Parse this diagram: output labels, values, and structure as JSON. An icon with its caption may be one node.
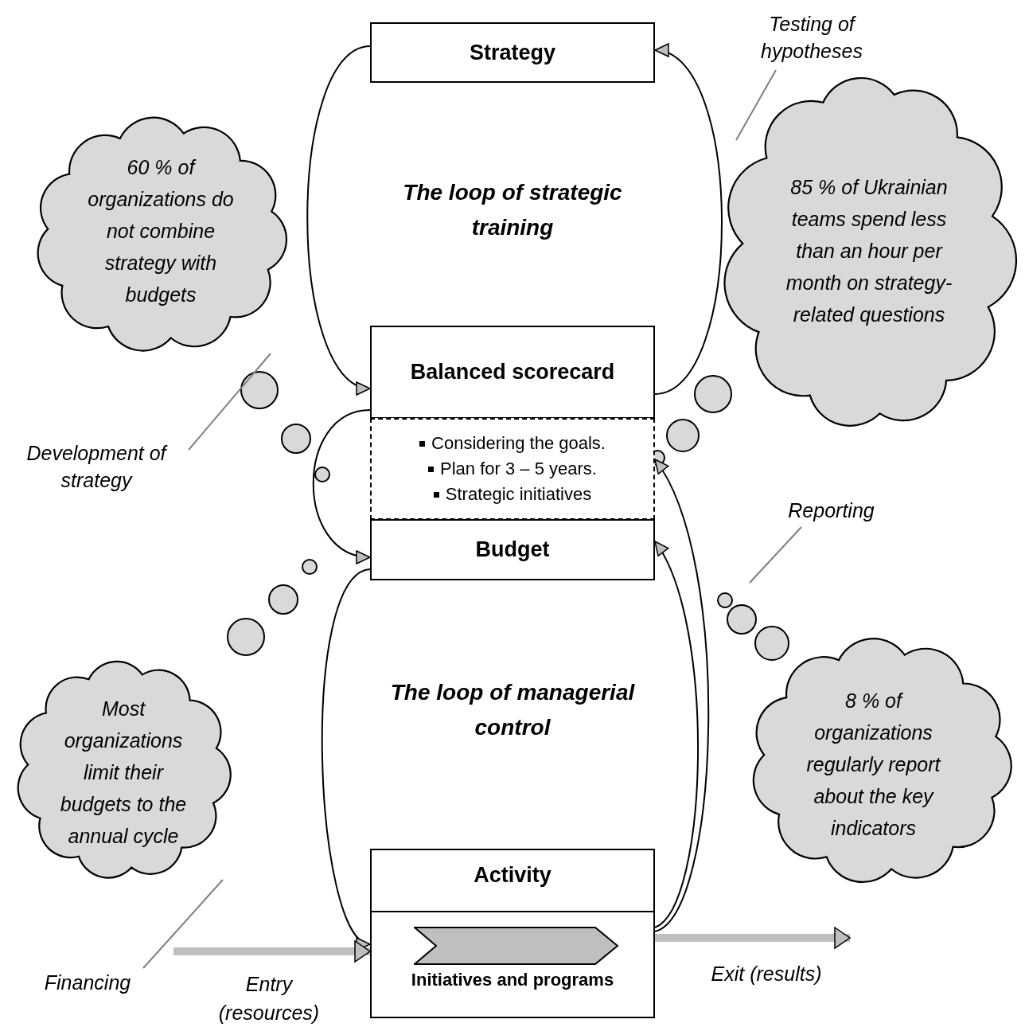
{
  "diagram": {
    "nodes": [
      {
        "text": [
          "Strategy"
        ]
      },
      {
        "text": [
          "Balanced scorecard"
        ]
      },
      {
        "text": [
          "Considering the goals.",
          "Plan for 3 – 5 years.",
          "Strategic initiatives"
        ]
      },
      {
        "text": [
          "Budget"
        ]
      },
      {
        "text": [
          "Activity",
          "Initiatives and programs"
        ]
      },
      {
        "text": [
          "60 % of organizations do not combine strategy with budgets"
        ]
      },
      {
        "text": [
          "85 % of Ukrainian teams spend less than an hour per month on strategy-related questions"
        ]
      },
      {
        "text": [
          "Most organizations limit their budgets to the annual cycle"
        ]
      },
      {
        "text": [
          "8 % of organizations regularly report about the key indicators"
        ]
      },
      {
        "text": [
          "Testing of hypotheses"
        ]
      },
      {
        "text": [
          "Development of strategy"
        ]
      },
      {
        "text": [
          "Reporting"
        ]
      },
      {
        "text": [
          "Financing"
        ]
      }
    ],
    "edges": [
      {
        "from": 0,
        "to": 1,
        "arrow": "to"
      },
      {
        "from": 1,
        "to": 0,
        "arrow": "to"
      },
      {
        "from": 1,
        "to": 3,
        "arrow": "to"
      },
      {
        "from": 3,
        "to": 4,
        "arrow": "to"
      },
      {
        "from": 4,
        "to": 3,
        "arrow": "to"
      },
      {
        "from": 4,
        "to": 2,
        "arrow": "to"
      },
      {
        "from": null,
        "to": 4,
        "arrow": "to",
        "label": "Entry (resources)",
        "style": "thick",
        "color": "#bfbfbf"
      },
      {
        "from": 4,
        "to": null,
        "arrow": "to",
        "label": "Exit (results)",
        "style": "thick",
        "color": "#bfbfbf"
      },
      {
        "from": 9,
        "to": null,
        "arrow": "none",
        "color": "#808080"
      },
      {
        "from": 10,
        "to": null,
        "arrow": "none",
        "color": "#808080"
      },
      {
        "from": 11,
        "to": null,
        "arrow": "none",
        "color": "#808080"
      },
      {
        "from": 12,
        "to": null,
        "arrow": "none",
        "color": "#808080"
      }
    ],
    "labels": [
      "The loop of strategic training",
      "The loop of managerial control"
    ]
  }
}
